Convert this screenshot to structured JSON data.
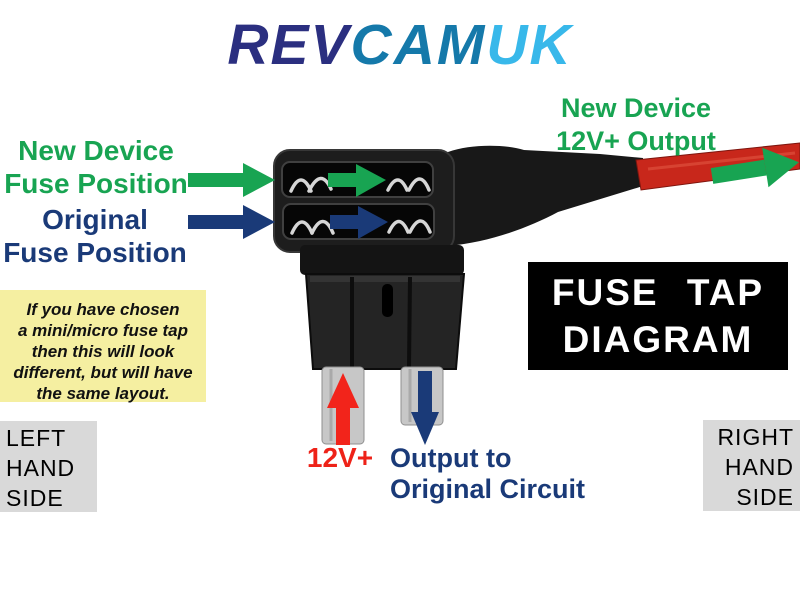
{
  "logo": {
    "part1": "REV",
    "part2": "CAM",
    "part3": "UK"
  },
  "left_labels": {
    "new_device": {
      "line1": "New Device",
      "line2": "Fuse Position"
    },
    "original": {
      "line1": "Original",
      "line2": "Fuse Position"
    }
  },
  "top_right_label": {
    "line1": "New Device",
    "line2": "12V+ Output"
  },
  "bottom_labels": {
    "supply": "12V+",
    "output": {
      "line1": "Output to",
      "line2": "Original Circuit"
    }
  },
  "note": {
    "lines": [
      "If you have chosen",
      "a mini/micro fuse tap",
      "then this will look",
      "different, but will have",
      "the same layout."
    ]
  },
  "side_labels": {
    "left": {
      "lines": [
        "LEFT",
        "HAND",
        "SIDE"
      ]
    },
    "right": {
      "lines": [
        "RIGHT",
        "HAND",
        "SIDE"
      ]
    }
  },
  "title_box": {
    "line1": "FUSE TAP",
    "line2": "DIAGRAM"
  },
  "colors": {
    "green_arrow": "#18a452",
    "navy_arrow": "#1a3a78",
    "red_arrow": "#f2241b",
    "red_text": "#ee2218",
    "logo_rev": "#2b2f80",
    "logo_cam": "#1579aa",
    "logo_uk": "#38b8ea",
    "note_bg": "#f5efa1",
    "side_box_bg": "#d9d9d9",
    "title_bg": "#000000",
    "title_fg": "#ffffff",
    "wire_red": "#c8271b",
    "device_body": "#1d1d1d",
    "blade_silver": "#c7c7c7"
  }
}
